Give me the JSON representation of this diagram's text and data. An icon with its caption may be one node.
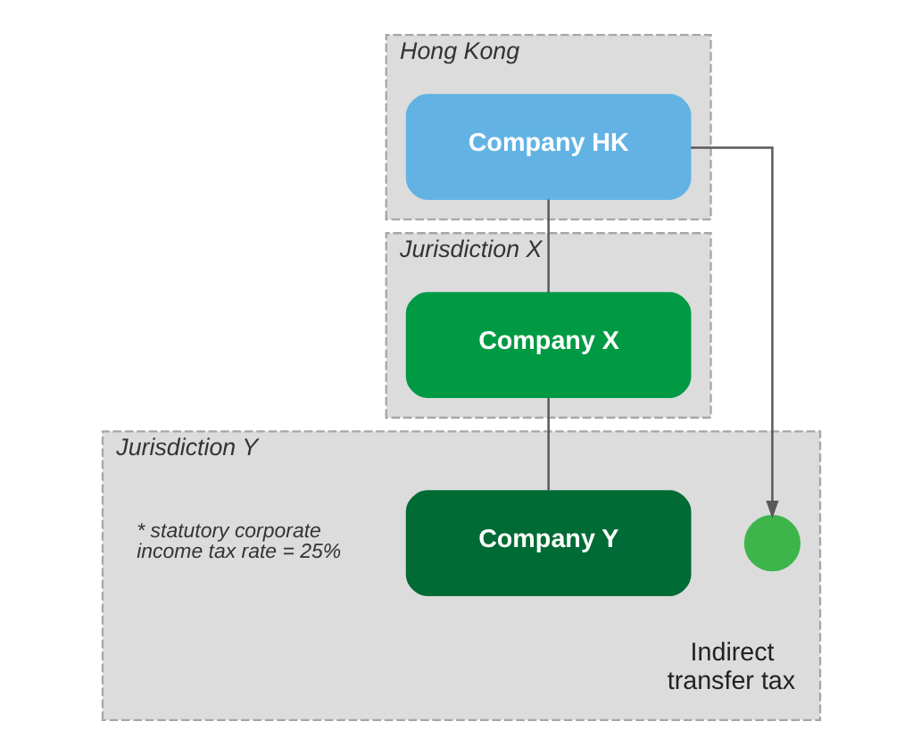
{
  "diagram": {
    "nodes": [
      {
        "text": [
          "Hong Kong"
        ]
      },
      {
        "text": [
          "Company HK"
        ],
        "in": 0
      },
      {
        "text": [
          "Jurisdiction X"
        ]
      },
      {
        "text": [
          "Company X"
        ],
        "in": 2
      },
      {
        "text": [
          "Jurisdiction Y"
        ]
      },
      {
        "text": [
          "Company Y"
        ],
        "in": 4
      },
      {
        "text": [],
        "shape": "circle",
        "in": 4,
        "beside": [
          "Indirect transfer tax"
        ]
      }
    ],
    "edges": [
      {
        "from": 1,
        "to": 3,
        "arrow": "none"
      },
      {
        "from": 1,
        "to": 6,
        "arrow": "to"
      },
      {
        "from": 3,
        "to": 5,
        "arrow": "none"
      }
    ],
    "labels": [
      "* statutory corporate income tax rate = 25%"
    ]
  }
}
